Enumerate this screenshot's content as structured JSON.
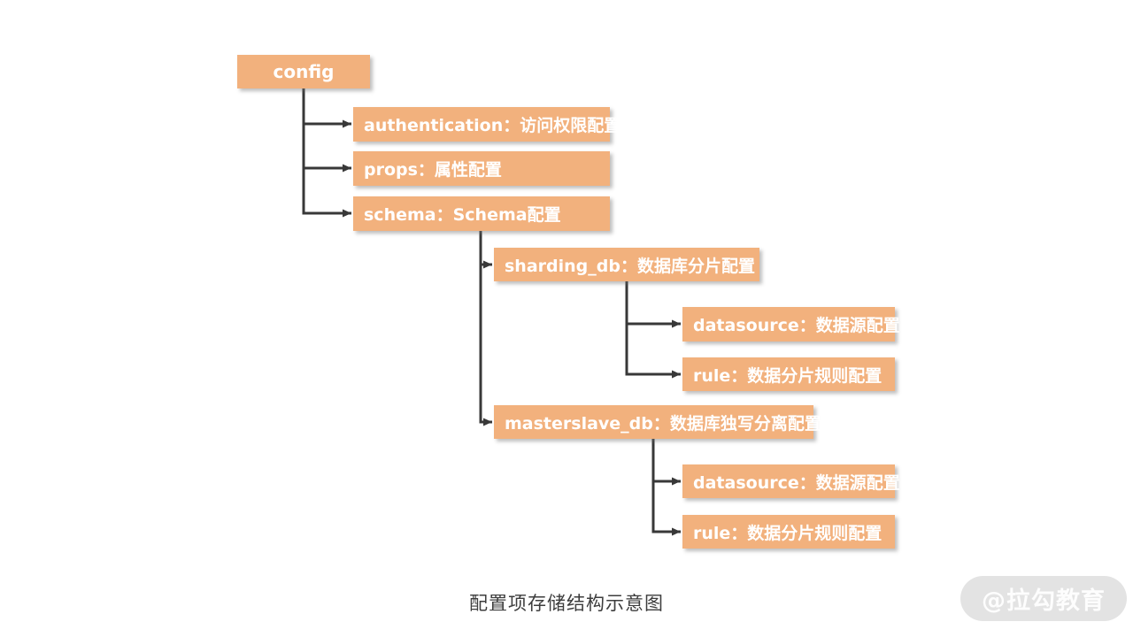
{
  "diagram": {
    "caption": "配置项存储结构示意图",
    "watermark": "@拉勾教育",
    "colors": {
      "node_fill": "#F2B17D",
      "node_text": "#FFFFFF",
      "connector": "#383838",
      "caption_text": "#3D3D3D",
      "watermark_bg": "#E3E3E3",
      "watermark_text": "#FDFDFD"
    },
    "nodes": [
      {
        "id": "config",
        "label": "config",
        "parent": null
      },
      {
        "id": "authentication",
        "label": "authentication：访问权限配置",
        "parent": "config"
      },
      {
        "id": "props",
        "label": "props：属性配置",
        "parent": "config"
      },
      {
        "id": "schema",
        "label": "schema：Schema配置",
        "parent": "config"
      },
      {
        "id": "sharding_db",
        "label": "sharding_db：数据库分片配置",
        "parent": "schema"
      },
      {
        "id": "sharding_datasource",
        "label": "datasource：数据源配置",
        "parent": "sharding_db"
      },
      {
        "id": "sharding_rule",
        "label": "rule：数据分片规则配置",
        "parent": "sharding_db"
      },
      {
        "id": "masterslave_db",
        "label": "masterslave_db：数据库独写分离配置",
        "parent": "schema"
      },
      {
        "id": "masterslave_datasource",
        "label": "datasource：数据源配置",
        "parent": "masterslave_db"
      },
      {
        "id": "masterslave_rule",
        "label": "rule：数据分片规则配置",
        "parent": "masterslave_db"
      }
    ]
  }
}
